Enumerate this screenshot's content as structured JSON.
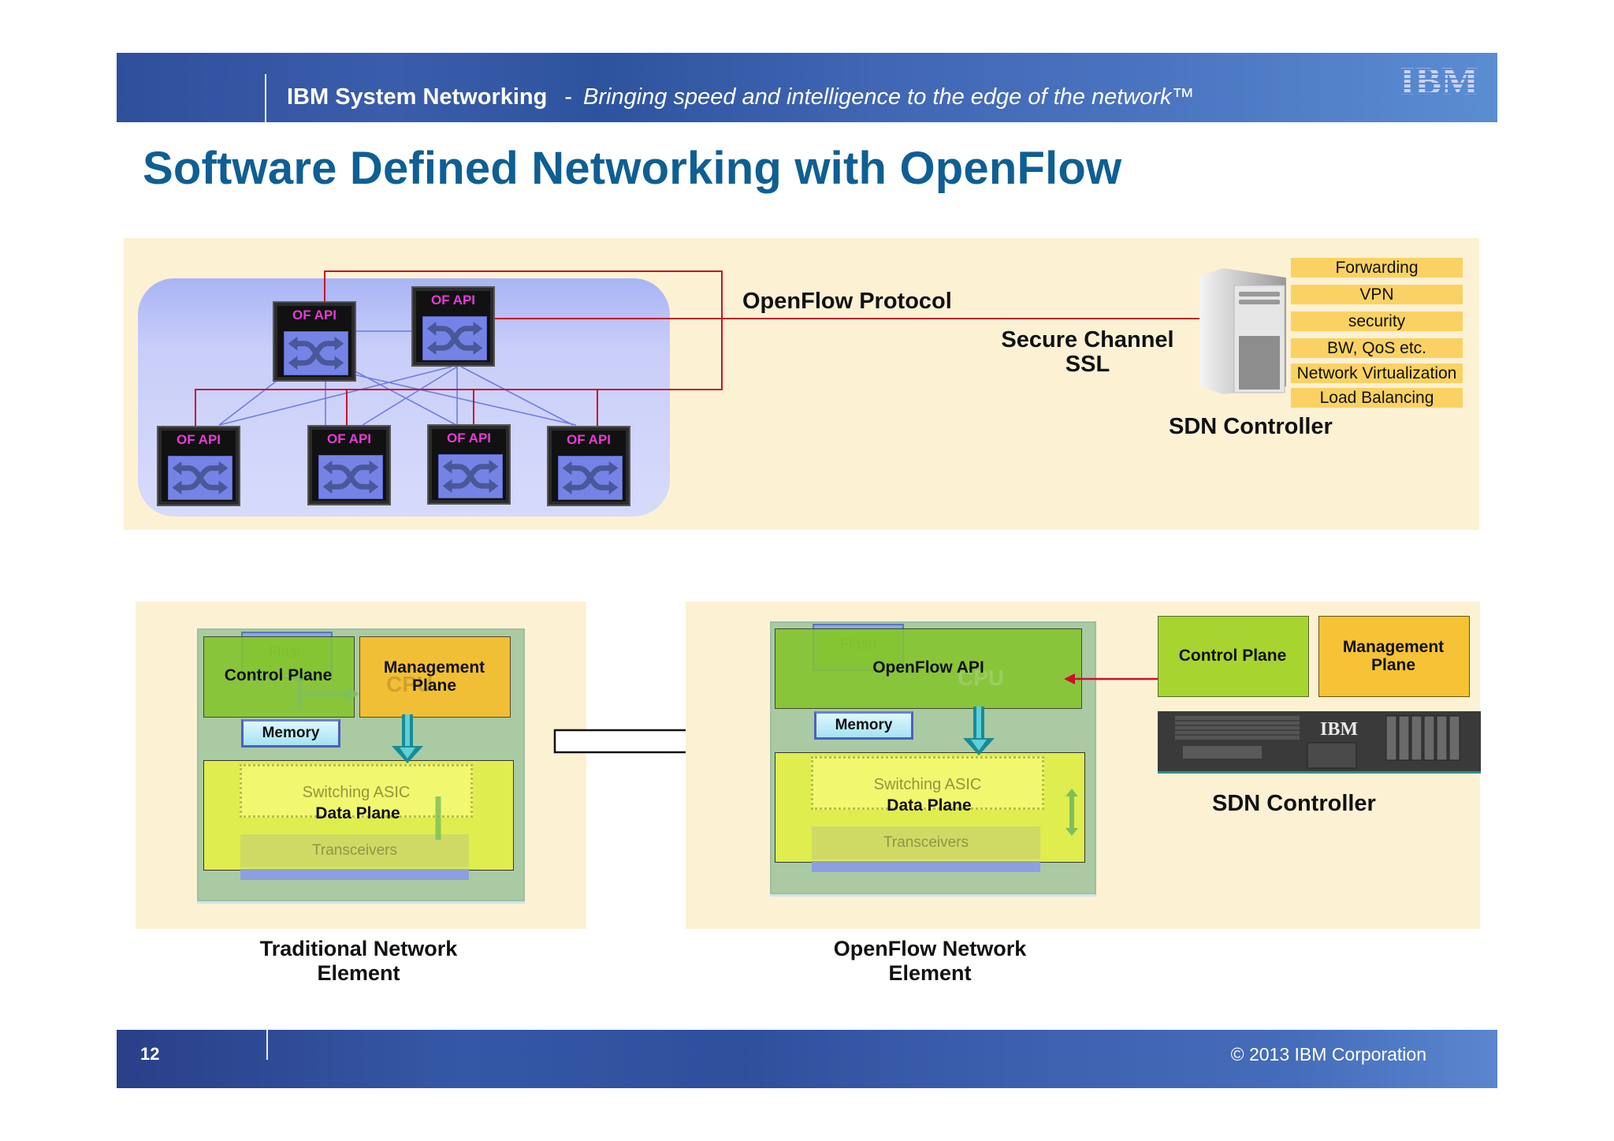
{
  "header": {
    "brand": "IBM System Networking",
    "separator": "-",
    "tagline": "Bringing speed and intelligence to the edge of the network™",
    "logo": "IBM"
  },
  "title": "Software Defined Networking with OpenFlow",
  "top_diagram": {
    "switches": [
      {
        "label": "OF API"
      },
      {
        "label": "OF API"
      },
      {
        "label": "OF API"
      },
      {
        "label": "OF API"
      },
      {
        "label": "OF API"
      },
      {
        "label": "OF API"
      }
    ],
    "switch_icon": "switch-crossing-arrows-icon",
    "protocol_label": "OpenFlow Protocol",
    "channel_label_line1": "Secure Channel",
    "channel_label_line2": "SSL",
    "controller_label": "SDN Controller",
    "controller_icon": "server-tower-icon",
    "services": [
      "Forwarding",
      "VPN",
      "security",
      "BW, QoS etc.",
      "Network Virtualization",
      "Load Balancing"
    ],
    "colors": {
      "link_red": "#c8102e",
      "link_blue": "#6f7de0",
      "api_text": "#e83ad8",
      "service_bg": "#f9d263"
    }
  },
  "traditional": {
    "flash": "Flash",
    "control_plane": "Control Plane",
    "management_plane_line1": "Management",
    "management_plane_line2": "Plane",
    "cpu": "CPU",
    "memory": "Memory",
    "switching_asic": "Switching ASIC",
    "data_plane": "Data Plane",
    "transceivers": "Transceivers",
    "caption_line1": "Traditional Network",
    "caption_line2": "Element"
  },
  "transition_arrow": "right-arrow-icon",
  "openflow_element": {
    "flash": "Flash",
    "openflow_api": "OpenFlow API",
    "cpu": "CPU",
    "memory": "Memory",
    "switching_asic": "Switching ASIC",
    "data_plane": "Data Plane",
    "transceivers": "Transceivers",
    "caption_line1": "OpenFlow Network",
    "caption_line2": "Element"
  },
  "sdn_controller_bottom": {
    "control_plane": "Control Plane",
    "management_plane_line1": "Management",
    "management_plane_line2": "Plane",
    "server_logo": "IBM",
    "label": "SDN Controller"
  },
  "footer": {
    "page_number": "12",
    "copyright": "© 2013 IBM Corporation"
  }
}
